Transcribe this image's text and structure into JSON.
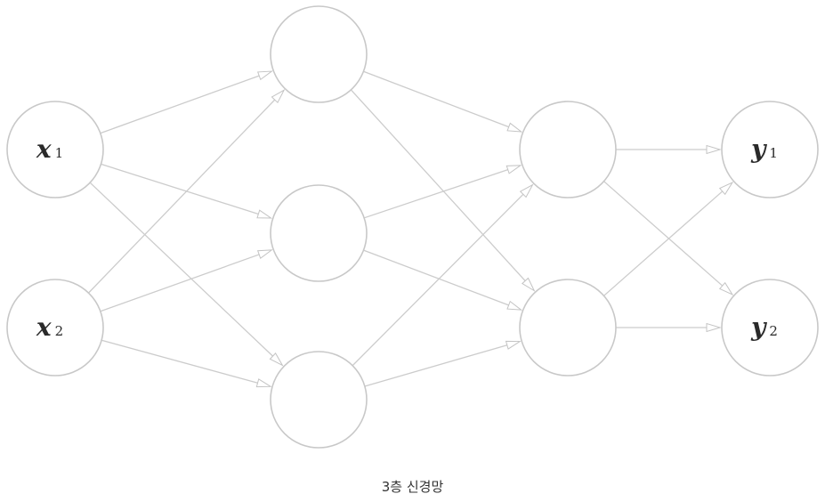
{
  "caption": "3층 신경망",
  "layers": [
    {
      "nodes": [
        {
          "var": "x",
          "sub": "1"
        },
        {
          "var": "x",
          "sub": "2"
        }
      ]
    },
    {
      "nodes": [
        {
          "var": "",
          "sub": ""
        },
        {
          "var": "",
          "sub": ""
        },
        {
          "var": "",
          "sub": ""
        }
      ]
    },
    {
      "nodes": [
        {
          "var": "",
          "sub": ""
        },
        {
          "var": "",
          "sub": ""
        }
      ]
    },
    {
      "nodes": [
        {
          "var": "y",
          "sub": "1"
        },
        {
          "var": "y",
          "sub": "2"
        }
      ]
    }
  ],
  "connectivity": "fully-connected",
  "colors": {
    "node_stroke": "#c8c8c8",
    "edge": "#cccccc",
    "text": "#2a2a2a"
  }
}
